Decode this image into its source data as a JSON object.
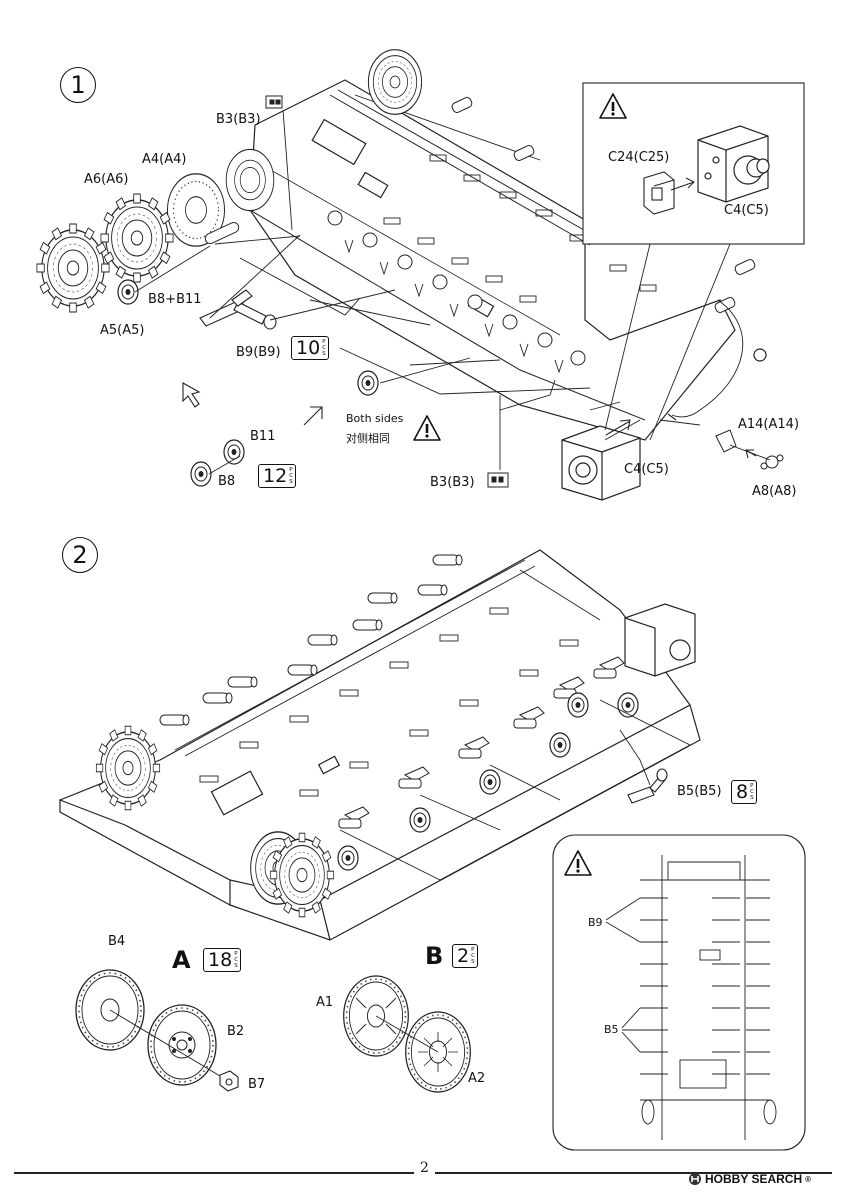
{
  "steps": {
    "step1": {
      "number": "1",
      "parts": {
        "b3_top": "B3(B3)",
        "a4": "A4(A4)",
        "a6": "A6(A6)",
        "b8_b11": "B8+B11",
        "a5": "A5(A5)",
        "b9": "B9(B9)",
        "b11": "B11",
        "b8": "B8",
        "b3_bottom": "B3(B3)",
        "c4_bottom": "C4(C5)",
        "a14": "A14(A14)",
        "a8": "A8(A8)"
      },
      "inset": {
        "c24": "C24(C25)",
        "c4": "C4(C5)"
      },
      "note_en": "Both sides",
      "note_cn": "对侧相同",
      "qty_b9": "10",
      "qty_b8": "12"
    },
    "step2": {
      "number": "2",
      "parts": {
        "b5": "B5(B5)",
        "b4": "B4",
        "b2": "B2",
        "b7": "B7",
        "a1": "A1",
        "a2": "A2"
      },
      "qty_b5": "8",
      "set_a_letter": "A",
      "set_a_qty": "18",
      "set_b_letter": "B",
      "set_b_qty": "2",
      "inset": {
        "b9": "B9",
        "b5": "B5"
      }
    }
  },
  "pcs_unit": [
    "P",
    "C",
    "S"
  ],
  "page_number": "2",
  "watermark": "HOBBY SEARCH",
  "watermark_reg": "®",
  "icons": [
    "warning-icon",
    "arrow-icon",
    "watermark-logo-icon"
  ]
}
